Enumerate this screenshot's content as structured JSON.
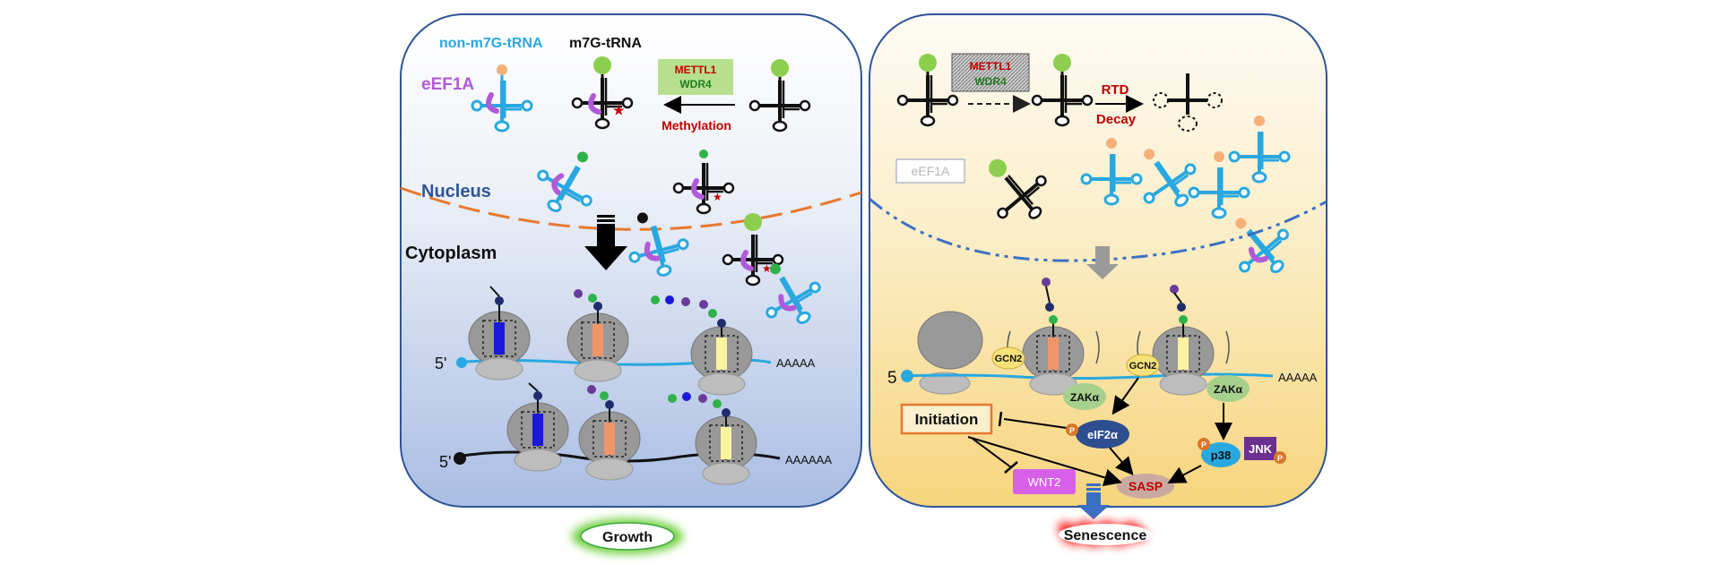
{
  "left": {
    "non_m7g_label": "non-m7G-tRNA",
    "m7g_label": "m7G-tRNA",
    "eef1a": "eEF1A",
    "enzyme1": "METTL1",
    "enzyme2": "WDR4",
    "methylation": "Methylation",
    "nucleus": "Nucleus",
    "cytoplasm": "Cytoplasm",
    "five_prime_1": "5'",
    "five_prime_2": "5'",
    "polyA_1": "AAAAA",
    "polyA_2": "AAAAAA",
    "outcome": "Growth"
  },
  "right": {
    "enzyme1": "METTL1",
    "enzyme2": "WDR4",
    "rtd": "RTD",
    "decay": "Decay",
    "eef1a": "eEF1A",
    "five_prime": "5",
    "polyA": "AAAAA",
    "gcn2_1": "GCN2",
    "gcn2_2": "GCN2",
    "zak_1": "ZAKα",
    "zak_2": "ZAKα",
    "initiation": "Initiation",
    "eif2a": "eIF2α",
    "p": "P",
    "p38": "p38",
    "jnk": "JNK",
    "wnt2": "WNT2",
    "sasp": "SASP",
    "outcome": "Senescence"
  },
  "colors": {
    "trna_blue": "#29a8e0",
    "eef1a_purple": "#b05ad8",
    "nucleus_blue": "#2e5597",
    "methyl_red": "#c00000",
    "enzyme_green_bg": "#b7e08e",
    "growth_glow": "#6fd13f",
    "senescence_red": "#ff1a1a"
  }
}
